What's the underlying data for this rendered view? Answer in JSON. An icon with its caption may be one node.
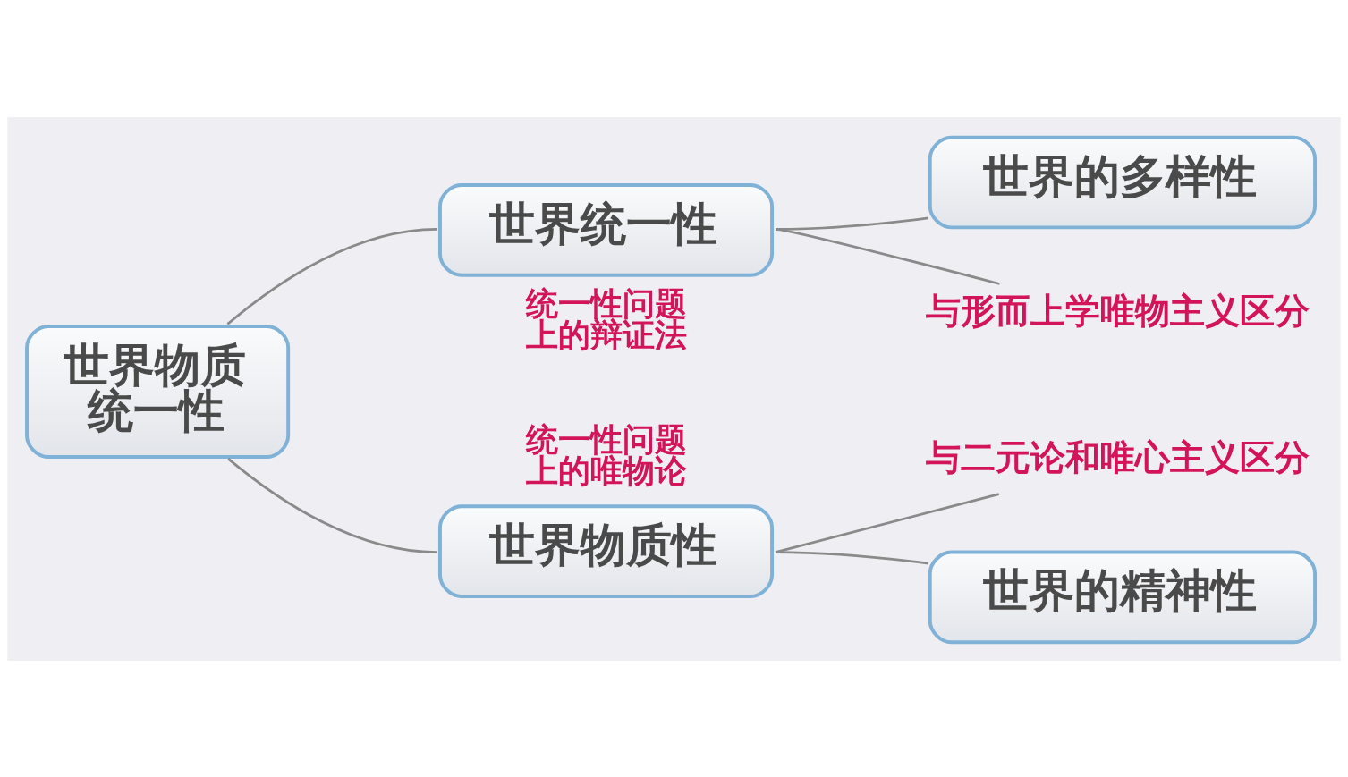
{
  "diagram": {
    "nodes": [
      {
        "text": [
          "世界物质统一性"
        ]
      },
      {
        "text": [
          "世界统一性"
        ],
        "beside": [
          "统一性问题上的辩证法"
        ]
      },
      {
        "text": [
          "世界的多样性"
        ]
      },
      {
        "text": [
          "与形而上学唯物主义区分"
        ]
      },
      {
        "text": [
          "与二元论和唯心主义区分"
        ]
      },
      {
        "text": [
          "世界物质性"
        ],
        "beside": [
          "统一性问题上的唯物论"
        ]
      },
      {
        "text": [
          "世界的精神性"
        ]
      }
    ],
    "edges": [
      {
        "from": 0,
        "to": 1,
        "arrow": "none"
      },
      {
        "from": 0,
        "to": 5,
        "arrow": "none"
      },
      {
        "from": 1,
        "to": 2,
        "arrow": "none"
      },
      {
        "from": 1,
        "to": 3,
        "arrow": "none"
      },
      {
        "from": 5,
        "to": 4,
        "arrow": "none"
      },
      {
        "from": 5,
        "to": 6,
        "arrow": "none"
      }
    ]
  }
}
